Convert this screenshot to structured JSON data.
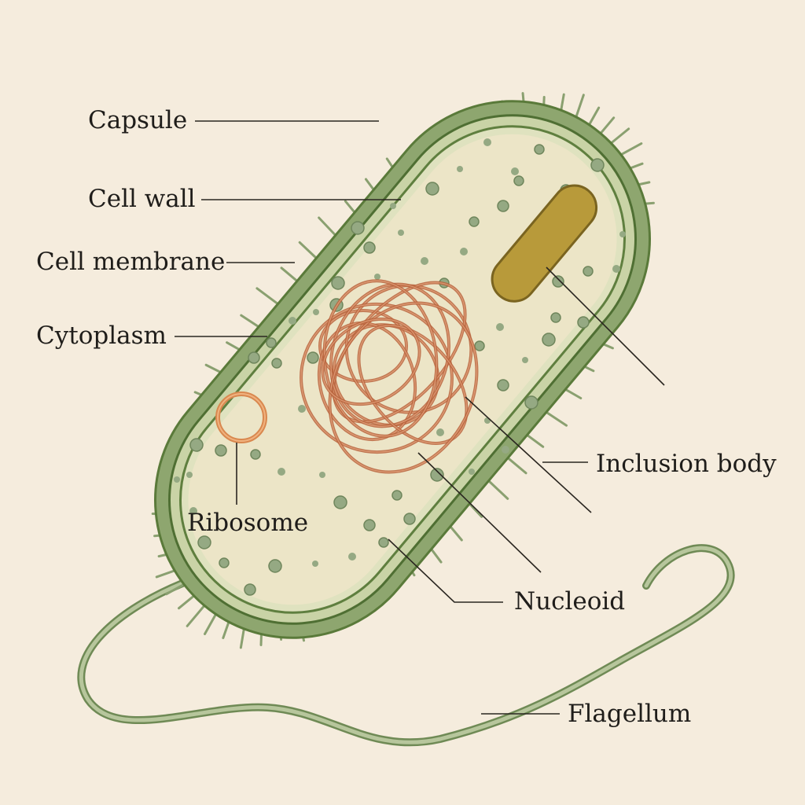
{
  "labels": {
    "capsule": "Capsule",
    "cell_wall": "Cell wall",
    "cell_membrane": "Cell membrane",
    "cytoplasm": "Cytoplasm",
    "ribosome": "Ribosome",
    "inclusion_body": "Inclusion body",
    "nucleoid": "Nucleoid",
    "flagellum": "Flagellum"
  },
  "colors": {
    "background": "#f5ecdd",
    "capsule": "#8ea66f",
    "cell_wall": "#5f7f3f",
    "membrane_band": "#c9d3a6",
    "cytoplasm": "#ece5c7",
    "granule": "#95a983",
    "nucleoid": "#b8643d",
    "ribosome": "#d9884f",
    "inclusion_body": "#b89a3a",
    "pili": "#8aa070",
    "flagellum": "#7f9664"
  },
  "structures": [
    "capsule",
    "cell-wall",
    "cell-membrane",
    "cytoplasm",
    "pili",
    "nucleoid",
    "ribosome",
    "inclusion-body",
    "flagellum"
  ]
}
